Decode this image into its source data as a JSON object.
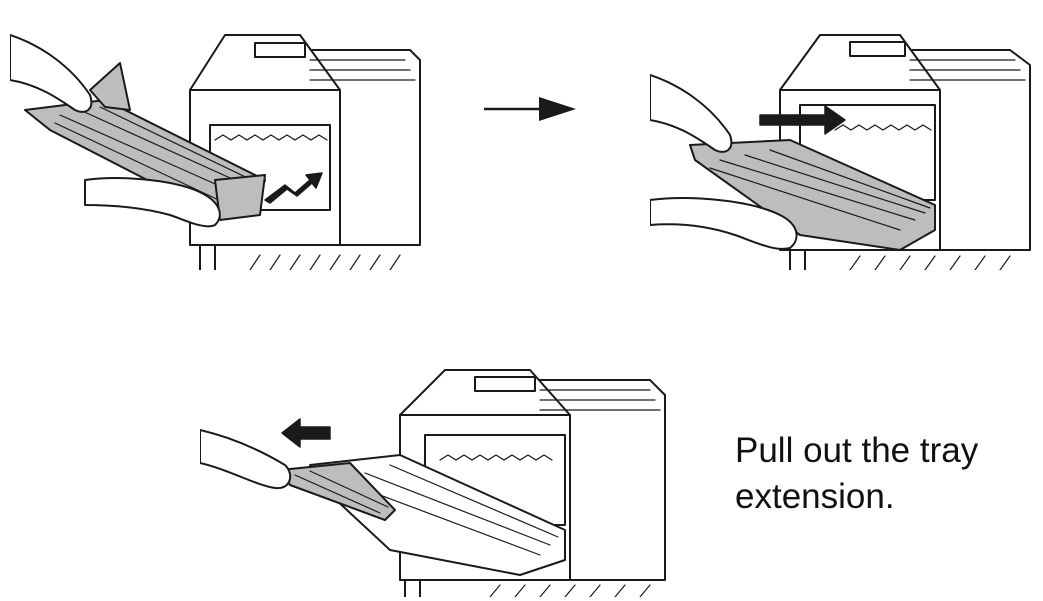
{
  "caption": {
    "line1": "Pull out the tray",
    "line2": "extension."
  },
  "illustrations": [
    {
      "name": "step-1-insert-tray",
      "icon": "fax-machine-with-tray-icon"
    },
    {
      "name": "step-2-push-tray-in",
      "icon": "fax-machine-with-tray-icon"
    },
    {
      "name": "step-3-pull-extension",
      "icon": "fax-machine-with-tray-icon"
    }
  ],
  "transition_icon": "right-arrow-icon",
  "colors": {
    "ink": "#1a1a1a",
    "tray_fill": "#bdbdbd",
    "background": "#ffffff"
  }
}
